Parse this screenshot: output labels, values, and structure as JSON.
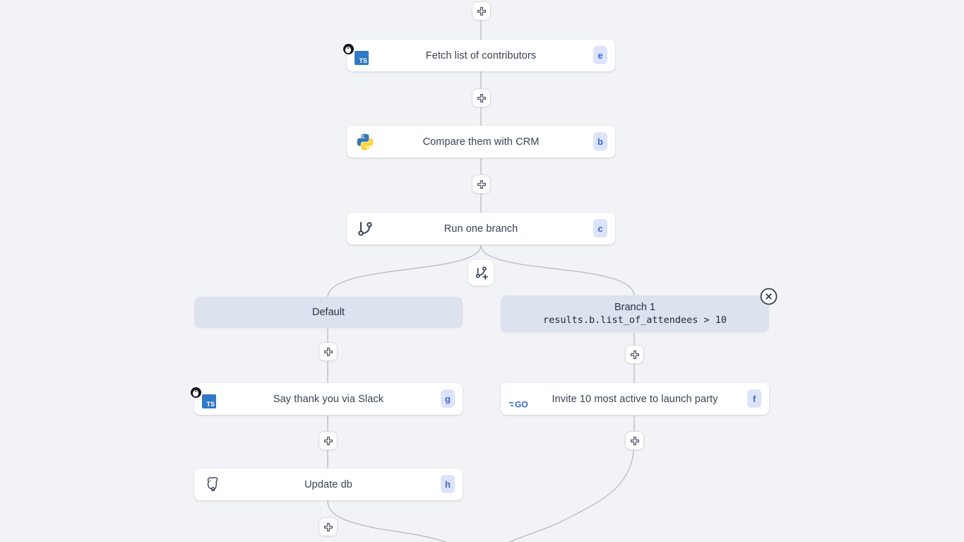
{
  "app": {
    "background_color": "#f2f3f6",
    "node_color": "#ffffff",
    "branch_header_color": "#dce3ee",
    "edge_color": "#b6bac3",
    "badge_bg_color": "#dde4fa",
    "badge_text_color": "#3a66dd"
  },
  "flow": {
    "nodes": [
      {
        "label": "Fetch list of contributors",
        "badge": "e",
        "icon": "typescript-deno-icon"
      },
      {
        "label": "Compare them with CRM",
        "badge": "b",
        "icon": "python-icon"
      },
      {
        "label": "Run one branch",
        "badge": "c",
        "icon": "git-branch-icon"
      },
      {
        "label": "Say thank you via Slack",
        "badge": "g",
        "icon": "typescript-deno-icon"
      },
      {
        "label": "Invite 10 most active to launch party",
        "badge": "f",
        "icon": "go-icon"
      },
      {
        "label": "Update db",
        "badge": "h",
        "icon": "postgresql-icon"
      }
    ],
    "branches": [
      {
        "label": "Default",
        "condition": ""
      },
      {
        "label": "Branch 1",
        "condition": "results.b.list_of_attendees > 10"
      }
    ],
    "icons": {
      "typescript_text": "TS",
      "go_text": "GO"
    }
  }
}
